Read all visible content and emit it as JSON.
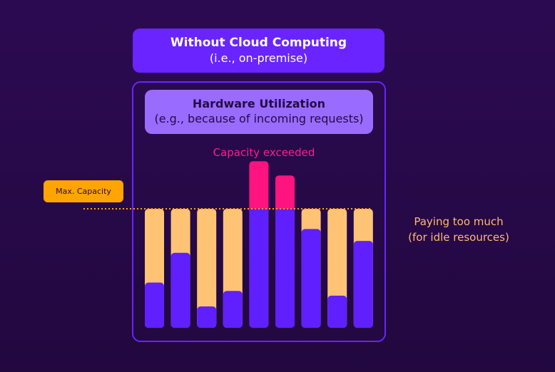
{
  "header": {
    "title": "Without Cloud Computing",
    "subtitle": "(i.e., on-premise)"
  },
  "panel": {
    "title": "Hardware Utilization",
    "subtitle": "(e.g., because of incoming requests)"
  },
  "labels": {
    "capacity_exceeded": "Capacity exceeded",
    "max_capacity": "Max. Capacity",
    "paying_line1": "Paying too much",
    "paying_line2": "(for idle resources)"
  },
  "colors": {
    "used": "#5f1fff",
    "idle": "#ffc375",
    "exceeded": "#ff137f",
    "capacity_line": "#ffa400",
    "frame": "#6a24ff"
  },
  "chart_data": {
    "type": "bar",
    "capacity": 100,
    "ylim": [
      0,
      140
    ],
    "usage": [
      38,
      63,
      18,
      31,
      140,
      128,
      83,
      27,
      73
    ]
  }
}
